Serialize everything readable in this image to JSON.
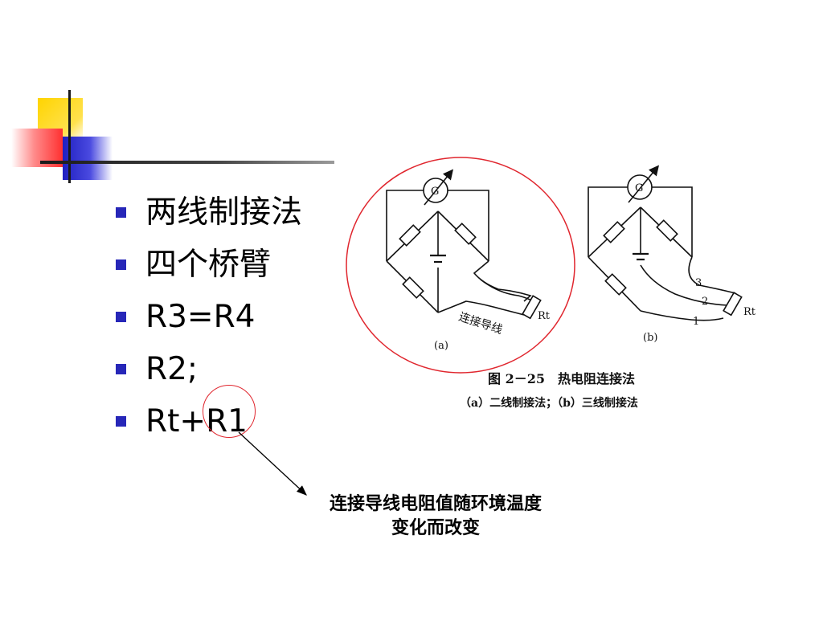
{
  "bullets": [
    {
      "text": "两线制接法"
    },
    {
      "text": "四个桥臂"
    },
    {
      "text": "R3=R4"
    },
    {
      "text": "R2;"
    },
    {
      "text": "Rt+R1"
    }
  ],
  "annotation": {
    "line1": "连接导线电阻值随环境温度",
    "line2": "变化而改变"
  },
  "figure": {
    "galvanometer_label": "G",
    "diagram_a": {
      "sub_label": "(a)",
      "wire_label": "连接导线",
      "sensor_label": "Rt"
    },
    "diagram_b": {
      "sub_label": "(b)",
      "sensor_label": "Rt",
      "wire_numbers": [
        "3",
        "2",
        "1"
      ]
    },
    "caption_title": "图 2－25　热电阻连接法",
    "caption_sub": "（a）二线制接法；（b）三线制接法"
  },
  "colors": {
    "bullet": "#2727b8",
    "highlight_circle": "#e0262e",
    "logo_yellow": "#ffd400",
    "logo_red": "#ff3030",
    "logo_blue": "#2020c0"
  }
}
